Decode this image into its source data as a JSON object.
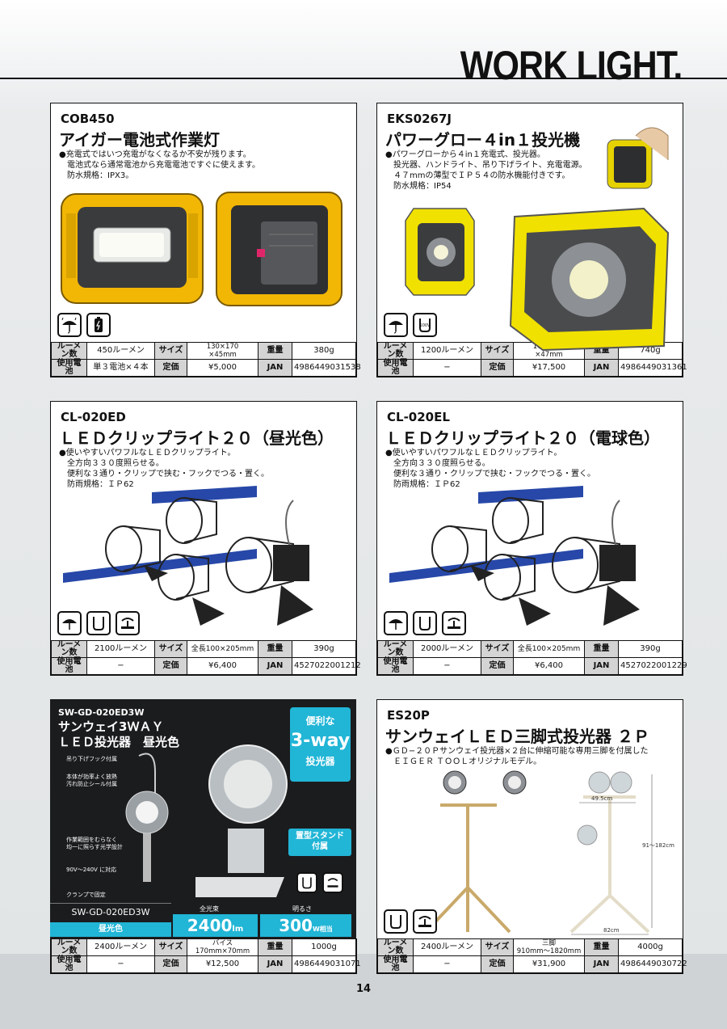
{
  "header": {
    "brand": "WORK LIGHT."
  },
  "page_number": "14",
  "labels": {
    "lumen": "ルーメン数",
    "size": "サイズ",
    "weight": "重量",
    "battery": "使用電池",
    "price": "定価",
    "jan": "JAN"
  },
  "products": [
    {
      "model": "COB450",
      "title": "アイガー電池式作業灯",
      "desc": "●充電式ではいつ充電がなくなるか不安が残ります。\n　電池式なら通常電池から充電電池ですぐに使えます。\n　防水規格：IPX3。",
      "lumen": "450ルーメン",
      "size": "130×170\n×45mm",
      "weight": "380g",
      "battery": "単３電池×４本",
      "price": "¥5,000",
      "jan": "4986449031538"
    },
    {
      "model": "EKS0267J",
      "title": "パワーグロー４in１投光機",
      "desc": "●パワーグローから４in１充電式、投光器。\n　投光器、ハンドライト、吊り下げライト、充電電源。\n　４７mmの薄型でＩＰ５４の防水機能付きです。\n　防水規格：IP54",
      "lumen": "1200ルーメン",
      "size": "172×128\n×47mm",
      "weight": "740g",
      "battery": "−",
      "price": "¥17,500",
      "jan": "4986449031361"
    },
    {
      "model": "CL-020ED",
      "title": "ＬＥＤクリップライト２０（昼光色）",
      "desc": "●使いやすいパワフルなＬＥＤクリップライト。\n　全方向３３０度照らせる。\n　便利な３通り・クリップで挟む・フックでつる・置く。\n　防雨規格：ＩＰ62",
      "lumen": "2100ルーメン",
      "size": "全長100×205mm",
      "weight": "390g",
      "battery": "−",
      "price": "¥6,400",
      "jan": "4527022001212"
    },
    {
      "model": "CL-020EL",
      "title": "ＬＥＤクリップライト２０（電球色）",
      "desc": "●使いやすいパワフルなＬＥＤクリップライト。\n　全方向３３０度照らせる。\n　便利な３通り・クリップで挟む・フックでつる・置く。\n　防雨規格：ＩＰ62",
      "lumen": "2000ルーメン",
      "size": "全長100×205mm",
      "weight": "390g",
      "battery": "−",
      "price": "¥6,400",
      "jan": "4527022001229"
    },
    {
      "model": "SW-GD-020ED3W",
      "title": "サンウェイ3ＷＡＹ\nＬＥＤ投光器　昼光色",
      "lumen": "2400ルーメン",
      "size": "バイス\n170mm×70mm",
      "weight": "1000g",
      "battery": "−",
      "price": "¥12,500",
      "jan": "4986449031071"
    },
    {
      "model": "ES20P",
      "title": "サンウェイＬＥＤ三脚式投光器 ２Ｐ",
      "desc": "●ＧＤ−２０Ｐサンウェイ投光器×２台に伸縮可能な専用三脚を付属した\n　ＥＩＧＥＲ ＴＯＯＬオリジナルモデル。",
      "lumen": "2400ルーメン",
      "size": "三脚\n910mm〜1820mm",
      "weight": "4000g",
      "battery": "−",
      "price": "¥31,900",
      "jan": "4986449030722"
    }
  ],
  "sw_panel": {
    "badge_line1": "便利な",
    "badge_big": "3-way",
    "badge_line2": "投光器",
    "features": [
      "吊り下げフック付属",
      "本体が効率よく放熱\n汚れ防止シール付属",
      "作業範囲をむらなく\n均一に照らす光学設計",
      "90V〜240V に対応",
      "クランプで固定"
    ],
    "stand": "置型スタンド\n付属",
    "model_box": "SW-GD-020ED3W",
    "color_tag": "昼光色",
    "flux_label": "全光束",
    "flux_value": "2400",
    "flux_unit": "lm",
    "bright_label": "明るさ",
    "bright_value": "300",
    "bright_unit": "W相当"
  },
  "es_dims": {
    "width": "49.5cm",
    "height": "91〜182cm",
    "base": "82cm"
  },
  "icon_text": {
    "voltage": "100V"
  }
}
